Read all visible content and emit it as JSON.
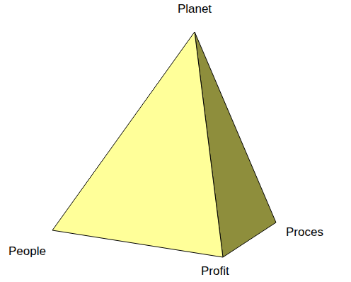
{
  "diagram": {
    "labels": [
      "Planet",
      "Proces",
      "People",
      "Profit"
    ]
  }
}
